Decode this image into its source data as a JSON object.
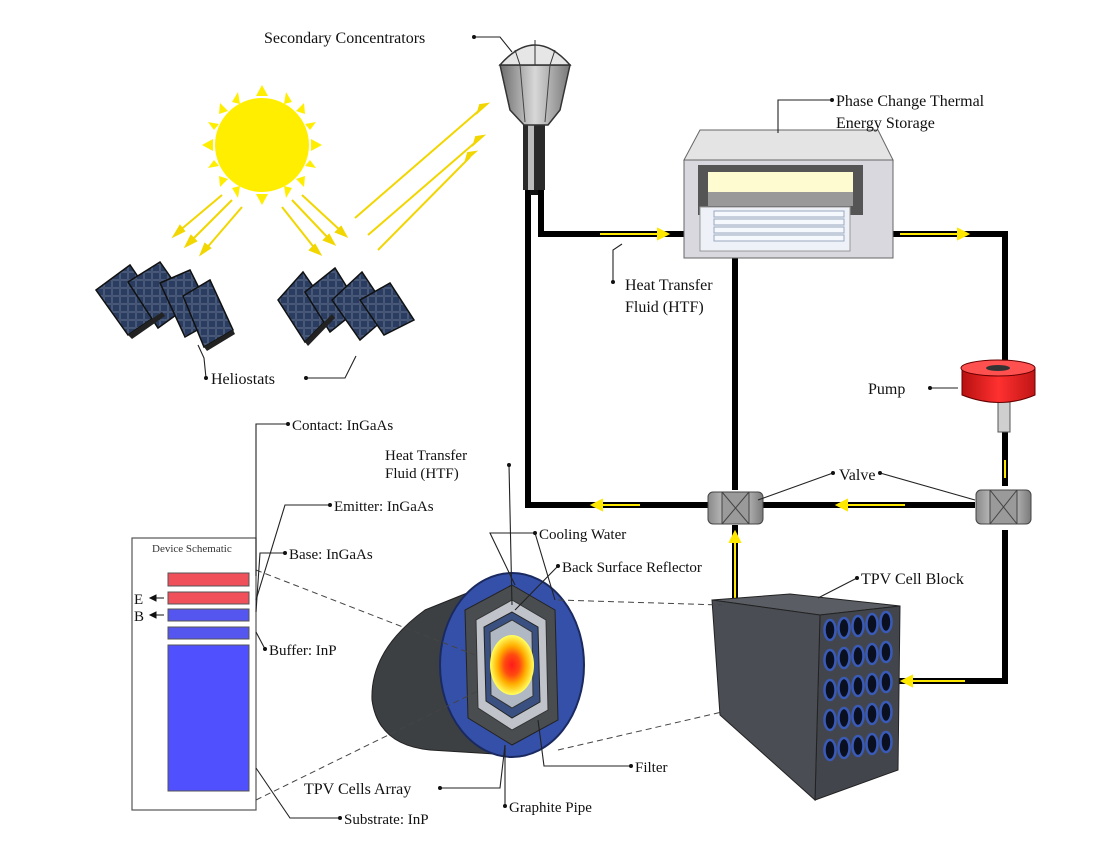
{
  "labels": {
    "secondary_concentrators": "Secondary Concentrators",
    "pcm_line1": "Phase Change Thermal",
    "pcm_line2": "Energy Storage",
    "htf_top_line1": "Heat Transfer",
    "htf_top_line2": "Fluid (HTF)",
    "heliostats": "Heliostats",
    "pump": "Pump",
    "valve": "Valve",
    "contact": "Contact: InGaAs",
    "htf_mid_line1": "Heat Transfer",
    "htf_mid_line2": "Fluid (HTF)",
    "emitter": "Emitter: InGaAs",
    "cooling_water": "Cooling Water",
    "base": "Base: InGaAs",
    "back_surface_reflector": "Back Surface Reflector",
    "tpv_cell_block": "TPV Cell Block",
    "device_schematic": "Device Schematic",
    "e_marker": "E",
    "b_marker": "B",
    "buffer": "Buffer: InP",
    "filter": "Filter",
    "tpv_cells_array": "TPV Cells Array",
    "graphite_pipe": "Graphite Pipe",
    "substrate": "Substrate: InP"
  },
  "colors": {
    "sun": "#FFEE00",
    "ray": "#F2D600",
    "pipe": "#000000",
    "flow_arrow": "#FFE800",
    "pump": "#E82020",
    "contact_layer": "#F0505A",
    "emitter_layer": "#F0505A",
    "base_layer": "#5555F0",
    "substrate_layer": "#5050FF",
    "cylinder_blue": "#3550A8",
    "block_gray": "#4A4E54"
  }
}
